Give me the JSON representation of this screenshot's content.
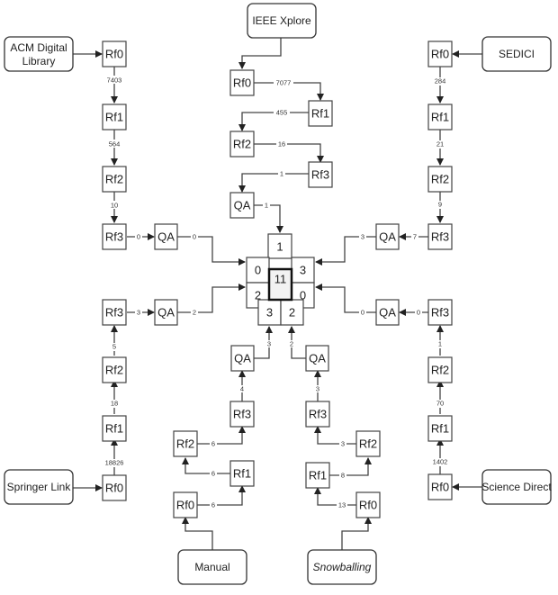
{
  "sources": {
    "acm": "ACM Digital Library",
    "acm_line1": "ACM Digital",
    "acm_line2": "Library",
    "ieee": "IEEE Xplore",
    "sedici": "SEDICI",
    "springer": "Springer Link",
    "sciencedirect": "Science Direct",
    "manual": "Manual",
    "snowballing": "Snowballing"
  },
  "stages": {
    "rf0": "Rf0",
    "rf1": "Rf1",
    "rf2": "Rf2",
    "rf3": "Rf3",
    "qa": "QA"
  },
  "flows": {
    "acm": {
      "rf0_rf1": "7403",
      "rf1_rf2": "564",
      "rf2_rf3": "10",
      "rf3_qa": "0",
      "qa_out": "0"
    },
    "ieee": {
      "rf0_rf1": "7077",
      "rf1_rf2": "455",
      "rf2_rf3": "16",
      "rf3_qa": "1",
      "qa_out": "1"
    },
    "sedici": {
      "rf0_rf1": "284",
      "rf1_rf2": "21",
      "rf2_rf3": "9",
      "rf3_qa": "7",
      "qa_out": "3"
    },
    "springer": {
      "rf0_rf1": "18826",
      "rf1_rf2": "18",
      "rf2_rf3": "5",
      "rf3_qa": "3",
      "qa_out": "2"
    },
    "sciencedirect": {
      "rf0_rf1": "1402",
      "rf1_rf2": "70",
      "rf2_rf3": "1",
      "rf3_qa": "0",
      "qa_out": "0"
    },
    "manual": {
      "rf0_rf1": "6",
      "rf1_rf2": "6",
      "rf2_rf3": "6",
      "rf3_qa": "4",
      "qa_out": "3"
    },
    "snowballing": {
      "rf0_rf1": "13",
      "rf1_rf2": "8",
      "rf2_rf3": "3",
      "rf3_qa": "3",
      "qa_out": "2"
    }
  },
  "center": {
    "total": "11",
    "ieee": "1",
    "acm": "0",
    "sedici": "3",
    "springer": "2",
    "sciencedirect": "0",
    "manual": "3",
    "snowballing": "2"
  }
}
